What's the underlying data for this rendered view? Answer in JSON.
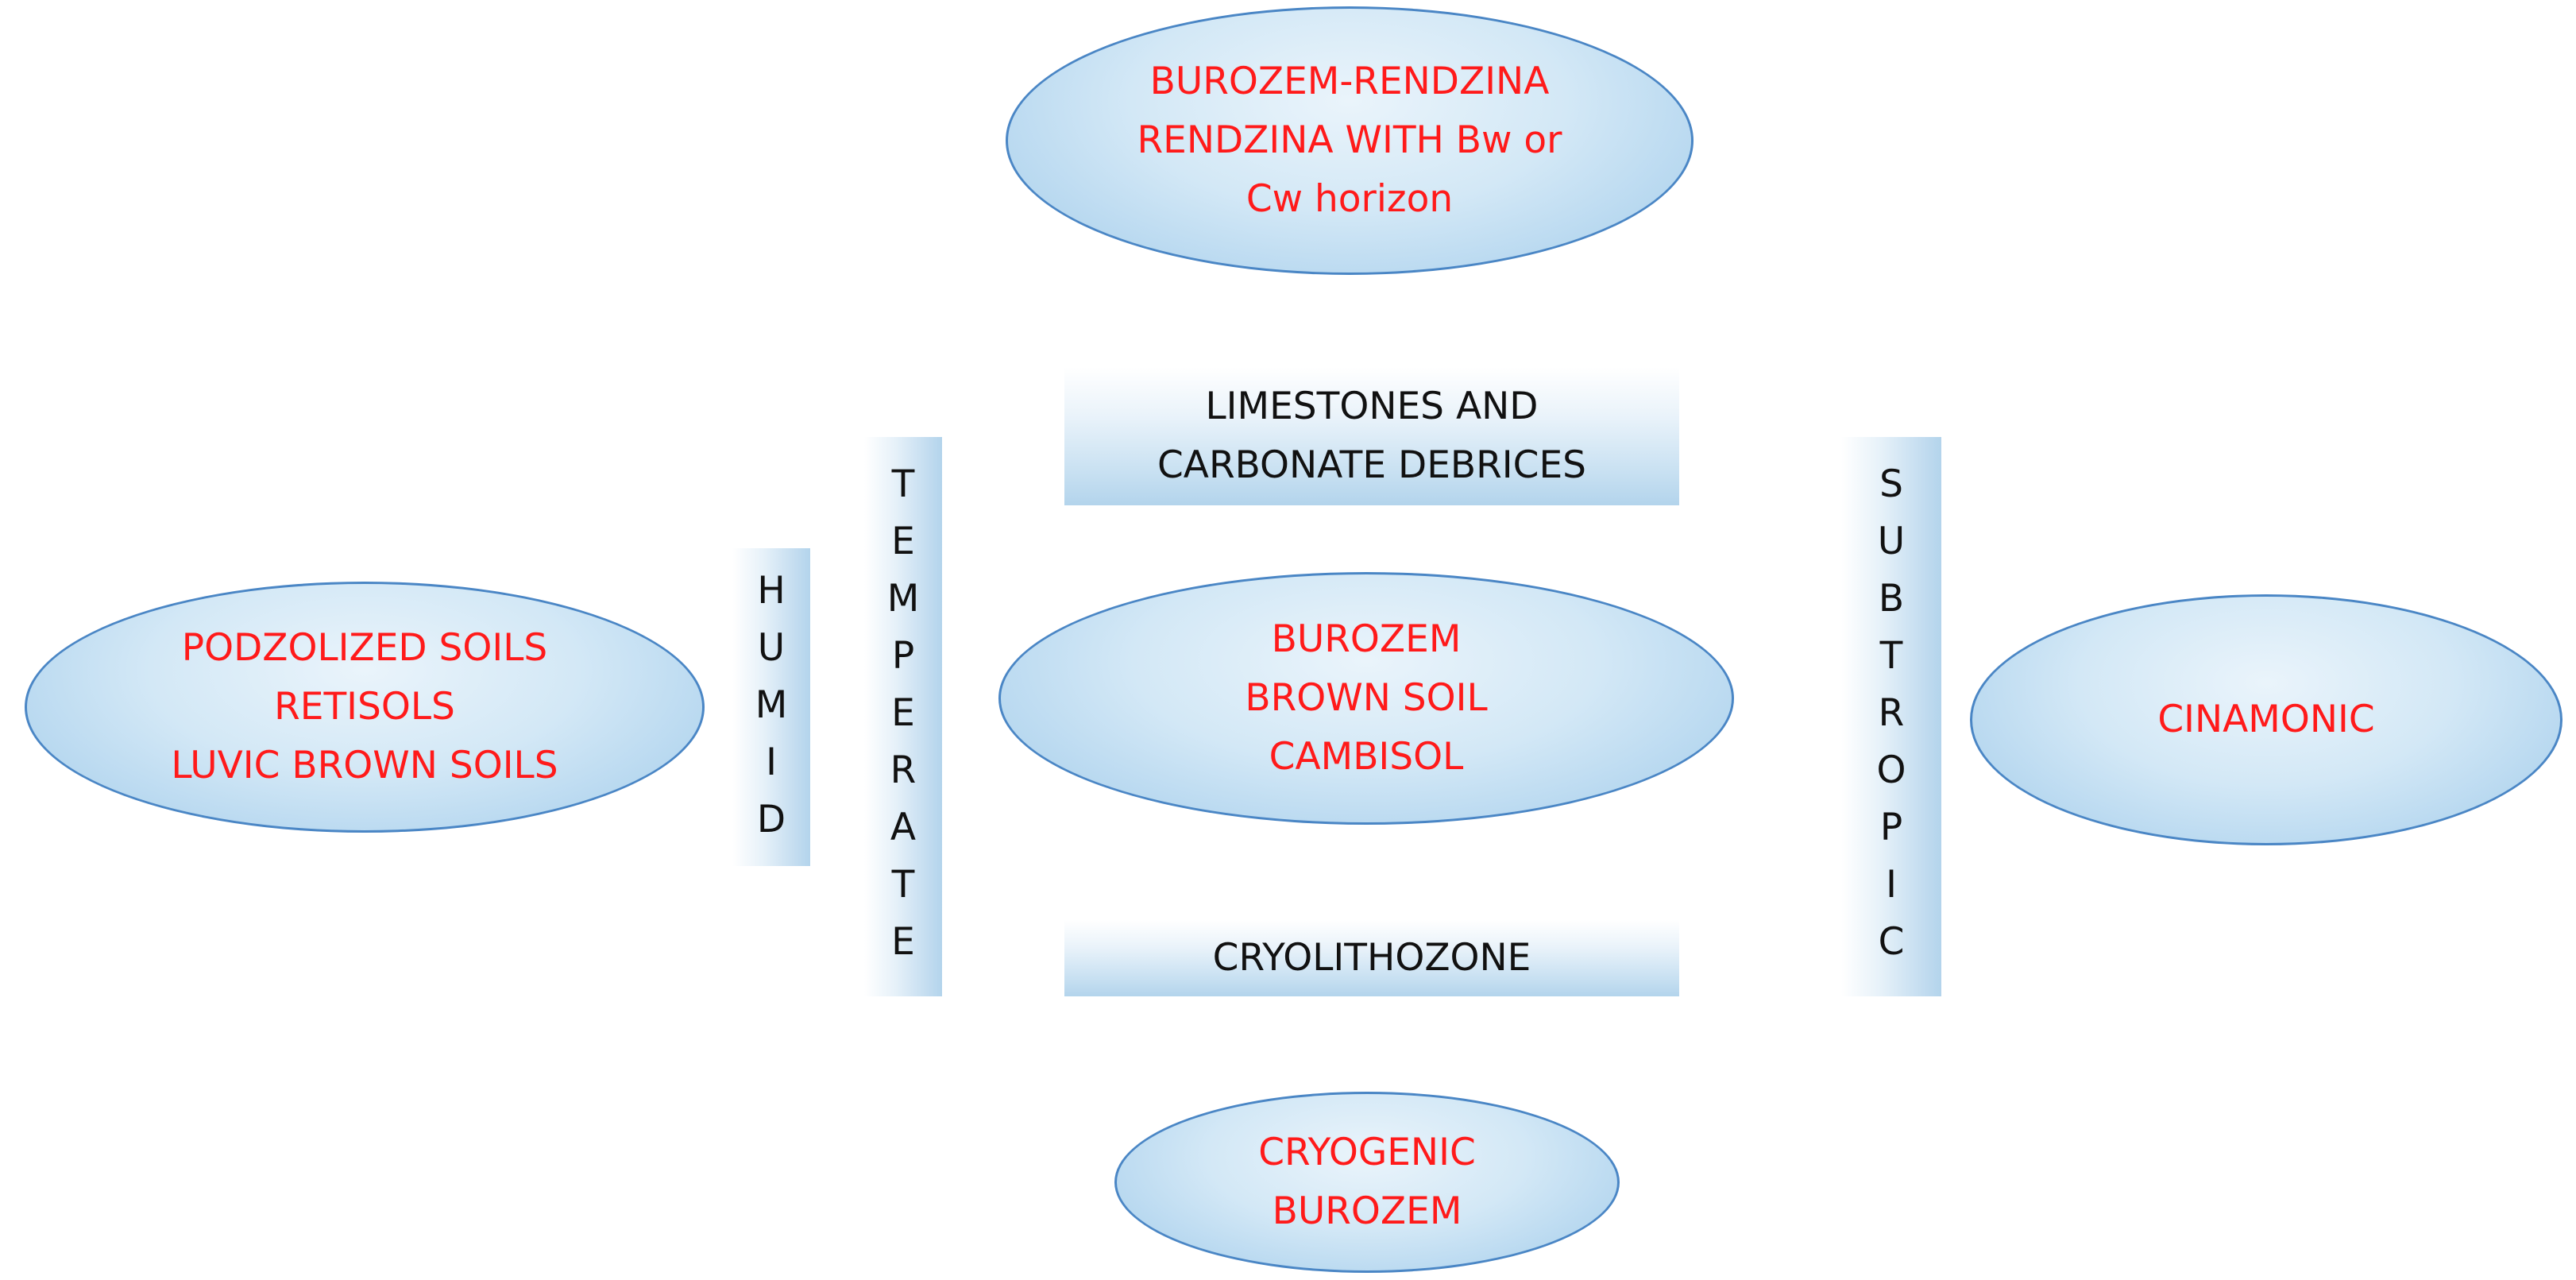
{
  "ellipses": {
    "top": {
      "lines": [
        "BUROZEM-RENDZINA",
        "RENDZINA WITH Bw or",
        "Cw horizon"
      ]
    },
    "left": {
      "lines": [
        "PODZOLIZED SOILS",
        "RETISOLS",
        "LUVIC BROWN SOILS"
      ]
    },
    "center": {
      "lines": [
        "BUROZEM",
        "BROWN SOIL",
        "CAMBISOL"
      ]
    },
    "right": {
      "lines": [
        "CINAMONIC"
      ]
    },
    "bottom": {
      "lines": [
        "CRYOGENIC",
        "BUROZEM"
      ]
    }
  },
  "bars": {
    "limestones": {
      "lines": [
        "LIMESTONES AND",
        "CARBONATE DEBRICES"
      ]
    },
    "cryolithozone": {
      "lines": [
        "CRYOLITHOZONE"
      ]
    },
    "humid": {
      "letters": [
        "H",
        "U",
        "M",
        "I",
        "D"
      ]
    },
    "temperate": {
      "letters": [
        "T",
        "E",
        "M",
        "P",
        "E",
        "R",
        "A",
        "T",
        "E"
      ]
    },
    "subtropic": {
      "letters": [
        "S",
        "U",
        "B",
        "T",
        "R",
        "O",
        "P",
        "I",
        "C"
      ]
    }
  },
  "colors": {
    "ellipse_text": "#ff1a1a",
    "bar_text": "#111111",
    "ellipse_border": "#4a86c5",
    "ellipse_fill": "#c4def2"
  }
}
